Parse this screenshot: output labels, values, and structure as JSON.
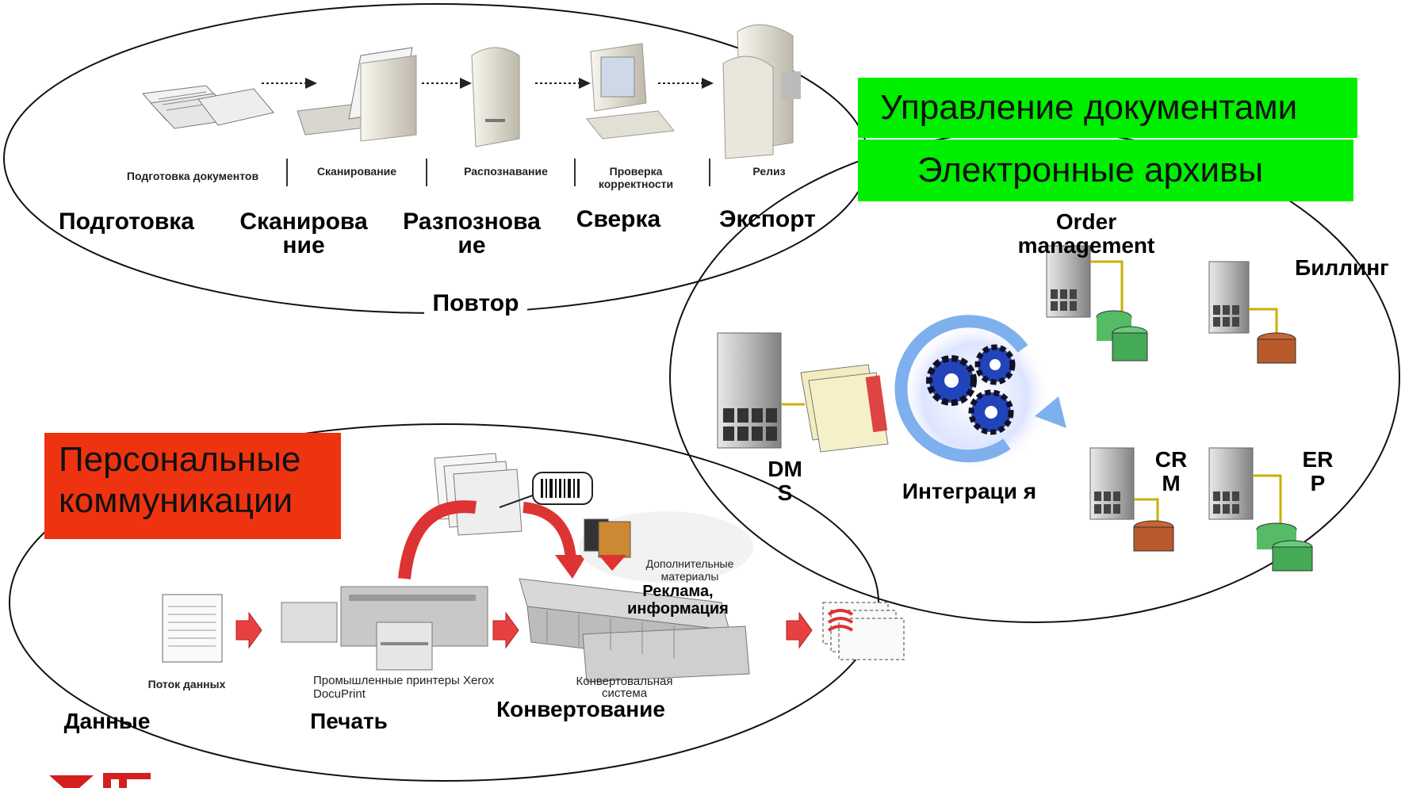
{
  "scan_chain": {
    "steps_small": [
      "Подготовка документов",
      "Сканирование",
      "Распознавание",
      "Проверка корректности",
      "Релиз"
    ],
    "steps_big": [
      "Подготовка",
      "Сканирова ние",
      "Разпознова ие",
      "Сверка",
      "Экспорт"
    ],
    "repeat": "Повтор"
  },
  "headers": {
    "doc_management": "Управление документами",
    "e_archives": "Электронные архивы",
    "personal_comm": "Персональные коммуникации"
  },
  "archive_systems": {
    "order": "Order management",
    "billing": "Биллинг",
    "dms": "DM S",
    "integration": "Интеграци я",
    "crm": "CR M",
    "erp": "ER P"
  },
  "print_chain": {
    "data_stream": "Поток данных",
    "printers": "Промышленные принтеры Xerox DocuPrint",
    "insert_system": "Конвертовальная система",
    "extra_materials": "Дополнительные материалы",
    "ads": "Реклама, информация",
    "data": "Данные",
    "print": "Печать",
    "envelope": "Конвертование"
  },
  "colors": {
    "green": "#00ee00",
    "red": "#ee3311",
    "gear": "#2244bb",
    "arrow": "#e84040"
  }
}
